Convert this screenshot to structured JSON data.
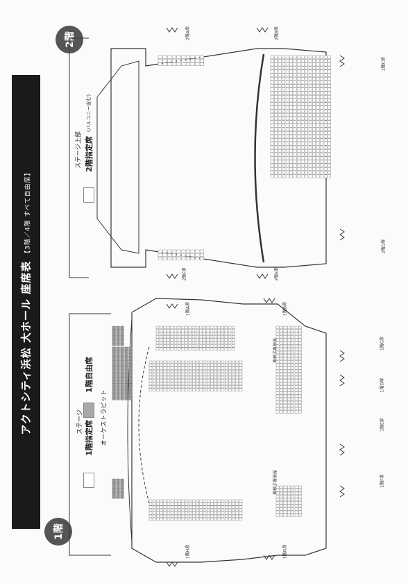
{
  "title": "アクトシティ浜松 大ホール 座席表",
  "title_note": "【3階／4階 すべて自由席】",
  "floors": [
    {
      "badge": "1階",
      "legend_reserved": "1階指定席",
      "legend_free": "1階自由席",
      "stage": "ステージ",
      "orchestra_pit": "オーケストラピット"
    },
    {
      "badge": "2階",
      "legend_reserved": "2階指定席",
      "legend_reserved_note": "(バルコニー含む)",
      "stage": "ステージ上部"
    }
  ],
  "doors_1f": {
    "a": "1階A扉",
    "b": "1階B扉",
    "c": "1階C扉",
    "d": "1階D扉",
    "e": "1階E扉",
    "f": "1階F扉",
    "g": "1階G扉",
    "h": "1階H扉"
  },
  "doors_2f": {
    "a": "2階A扉",
    "b": "2階B扉",
    "c": "2階C扉",
    "d": "2階D扉",
    "e": "2階E扉",
    "f": "2階F扉"
  },
  "aisle_label": "車椅子専用席"
}
